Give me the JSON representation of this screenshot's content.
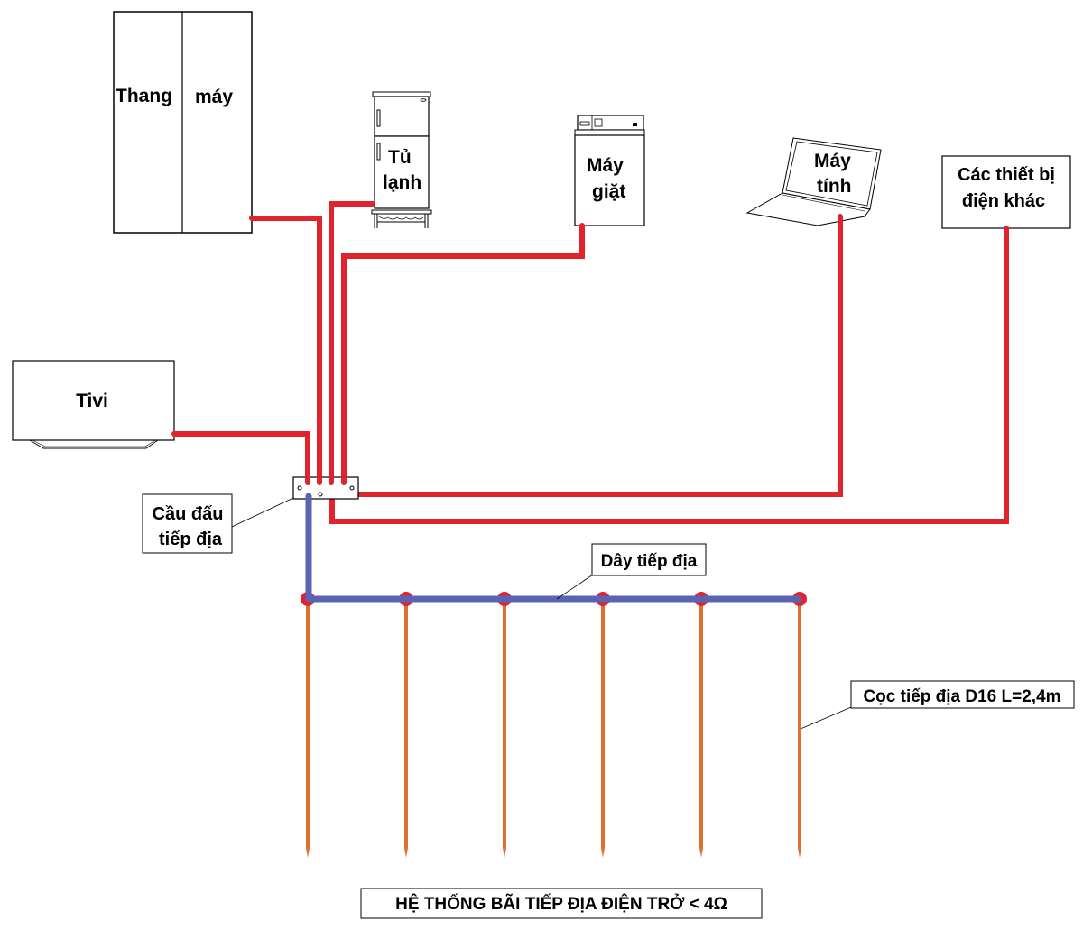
{
  "title": "HỆ THỐNG BÃI TIẾP ĐỊA ĐIỆN TRỞ < 4Ω",
  "colors": {
    "phase_wire": "#e0232c",
    "ground_wire": "#5b63b5",
    "rod": "#e07030",
    "outline": "#000000",
    "background": "#ffffff"
  },
  "devices": {
    "elevator": {
      "label_left": "Thang",
      "label_right": "máy",
      "icon": "elevator-icon"
    },
    "fridge": {
      "line1": "Tủ",
      "line2": "lạnh",
      "icon": "refrigerator-icon"
    },
    "washer": {
      "line1": "Máy",
      "line2": "giặt",
      "icon": "washing-machine-icon"
    },
    "laptop": {
      "line1": "Máy",
      "line2": "tính",
      "icon": "laptop-icon"
    },
    "others": {
      "line1": "Các thiết bị",
      "line2": "điện khác",
      "icon": "device-box-icon"
    },
    "tv": {
      "label": "Tivi",
      "icon": "tv-icon"
    }
  },
  "callouts": {
    "terminal": {
      "line1": "Cầu đấu",
      "line2": "tiếp địa"
    },
    "ground_wire": {
      "label": "Dây tiếp địa"
    },
    "rod": {
      "label": "Cọc tiếp địa D16 L=2,4m"
    }
  },
  "ground_rods": {
    "count": 6,
    "diameter": "D16",
    "length": "L=2,4m"
  }
}
